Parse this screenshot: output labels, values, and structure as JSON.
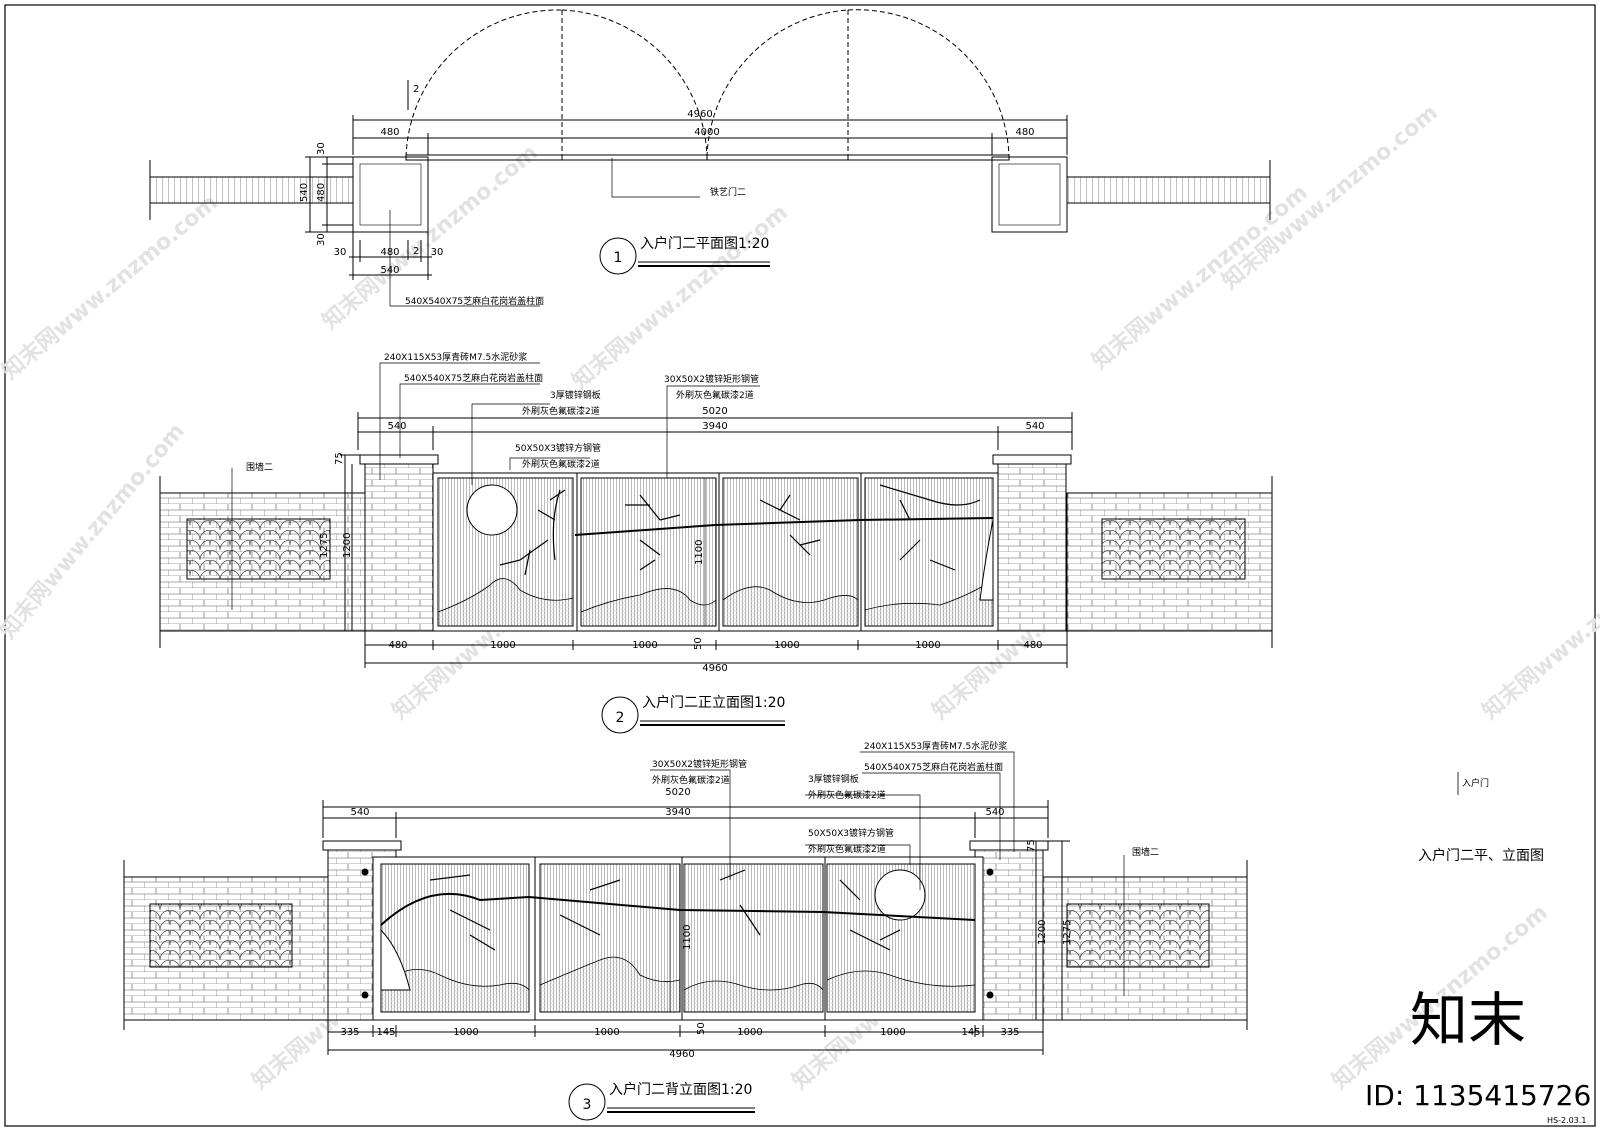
{
  "plan": {
    "dims": {
      "total": "4960",
      "span": "4000",
      "left": "480",
      "right": "480",
      "v30a": "30",
      "v480": "480",
      "v540": "540",
      "v30b": "30",
      "h30a": "30",
      "h480": "480",
      "h30b": "30",
      "h540": "540",
      "sec_a": "2",
      "sec_b": "2"
    },
    "label_gate": "铁艺门二",
    "label_pillar_cap": "540X540X75芝麻白花岗岩盖柱面",
    "title_num": "1",
    "title": "入户门二平面图1:20"
  },
  "front": {
    "labels": {
      "brick": "240X115X53厚青砖M7.5水泥砂浆",
      "cap": "540X540X75芝麻白花岗岩盖柱面",
      "plate": "3厚镀锌钢板",
      "plate_paint": "外刷灰色氟碳漆2道",
      "rect_tube": "30X50X2镀锌矩形钢管",
      "rect_paint": "外刷灰色氟碳漆2道",
      "sq_tube": "50X50X3镀锌方钢管",
      "sq_paint": "外刷灰色氟碳漆2道",
      "wall": "围墙二"
    },
    "dims": {
      "total_top": "5020",
      "span": "3940",
      "left": "540",
      "right": "540",
      "h75": "75",
      "h1275": "1275",
      "h1200": "1200",
      "h1100": "1100",
      "h50": "50",
      "b480a": "480",
      "b1000a": "1000",
      "b1000b": "1000",
      "b1000c": "1000",
      "b1000d": "1000",
      "b480b": "480",
      "total_bottom": "4960"
    },
    "title_num": "2",
    "title": "入户门二正立面图1:20"
  },
  "back": {
    "labels": {
      "rect_tube": "30X50X2镀锌矩形钢管",
      "rect_paint": "外刷灰色氟碳漆2道",
      "brick": "240X115X53厚青砖M7.5水泥砂浆",
      "cap": "540X540X75芝麻白花岗岩盖柱面",
      "plate": "3厚镀锌钢板",
      "plate_paint": "外刷灰色氟碳漆2道",
      "sq_tube": "50X50X3镀锌方钢管",
      "sq_paint": "外刷灰色氟碳漆2道",
      "wall": "围墙二"
    },
    "dims": {
      "total_top": "5020",
      "span": "3940",
      "left": "540",
      "right": "540",
      "h75": "75",
      "h1200": "1200",
      "h1275": "1275",
      "h1100": "1100",
      "h50": "50",
      "b335a": "335",
      "b145a": "145",
      "b1000a": "1000",
      "b1000b": "1000",
      "b1000c": "1000",
      "b1000d": "1000",
      "b145b": "145",
      "b335b": "335",
      "total_bottom": "4960"
    },
    "title_num": "3",
    "title": "入户门二背立面图1:20"
  },
  "side": {
    "small_label": "入户门",
    "sheet_title": "入户门二平、立面图",
    "sheet_code": "HS-2.03.1"
  },
  "brand": {
    "logo_text": "知末",
    "id_text": "ID: 1135415726",
    "watermark": "知末网www.znzmo.com"
  }
}
